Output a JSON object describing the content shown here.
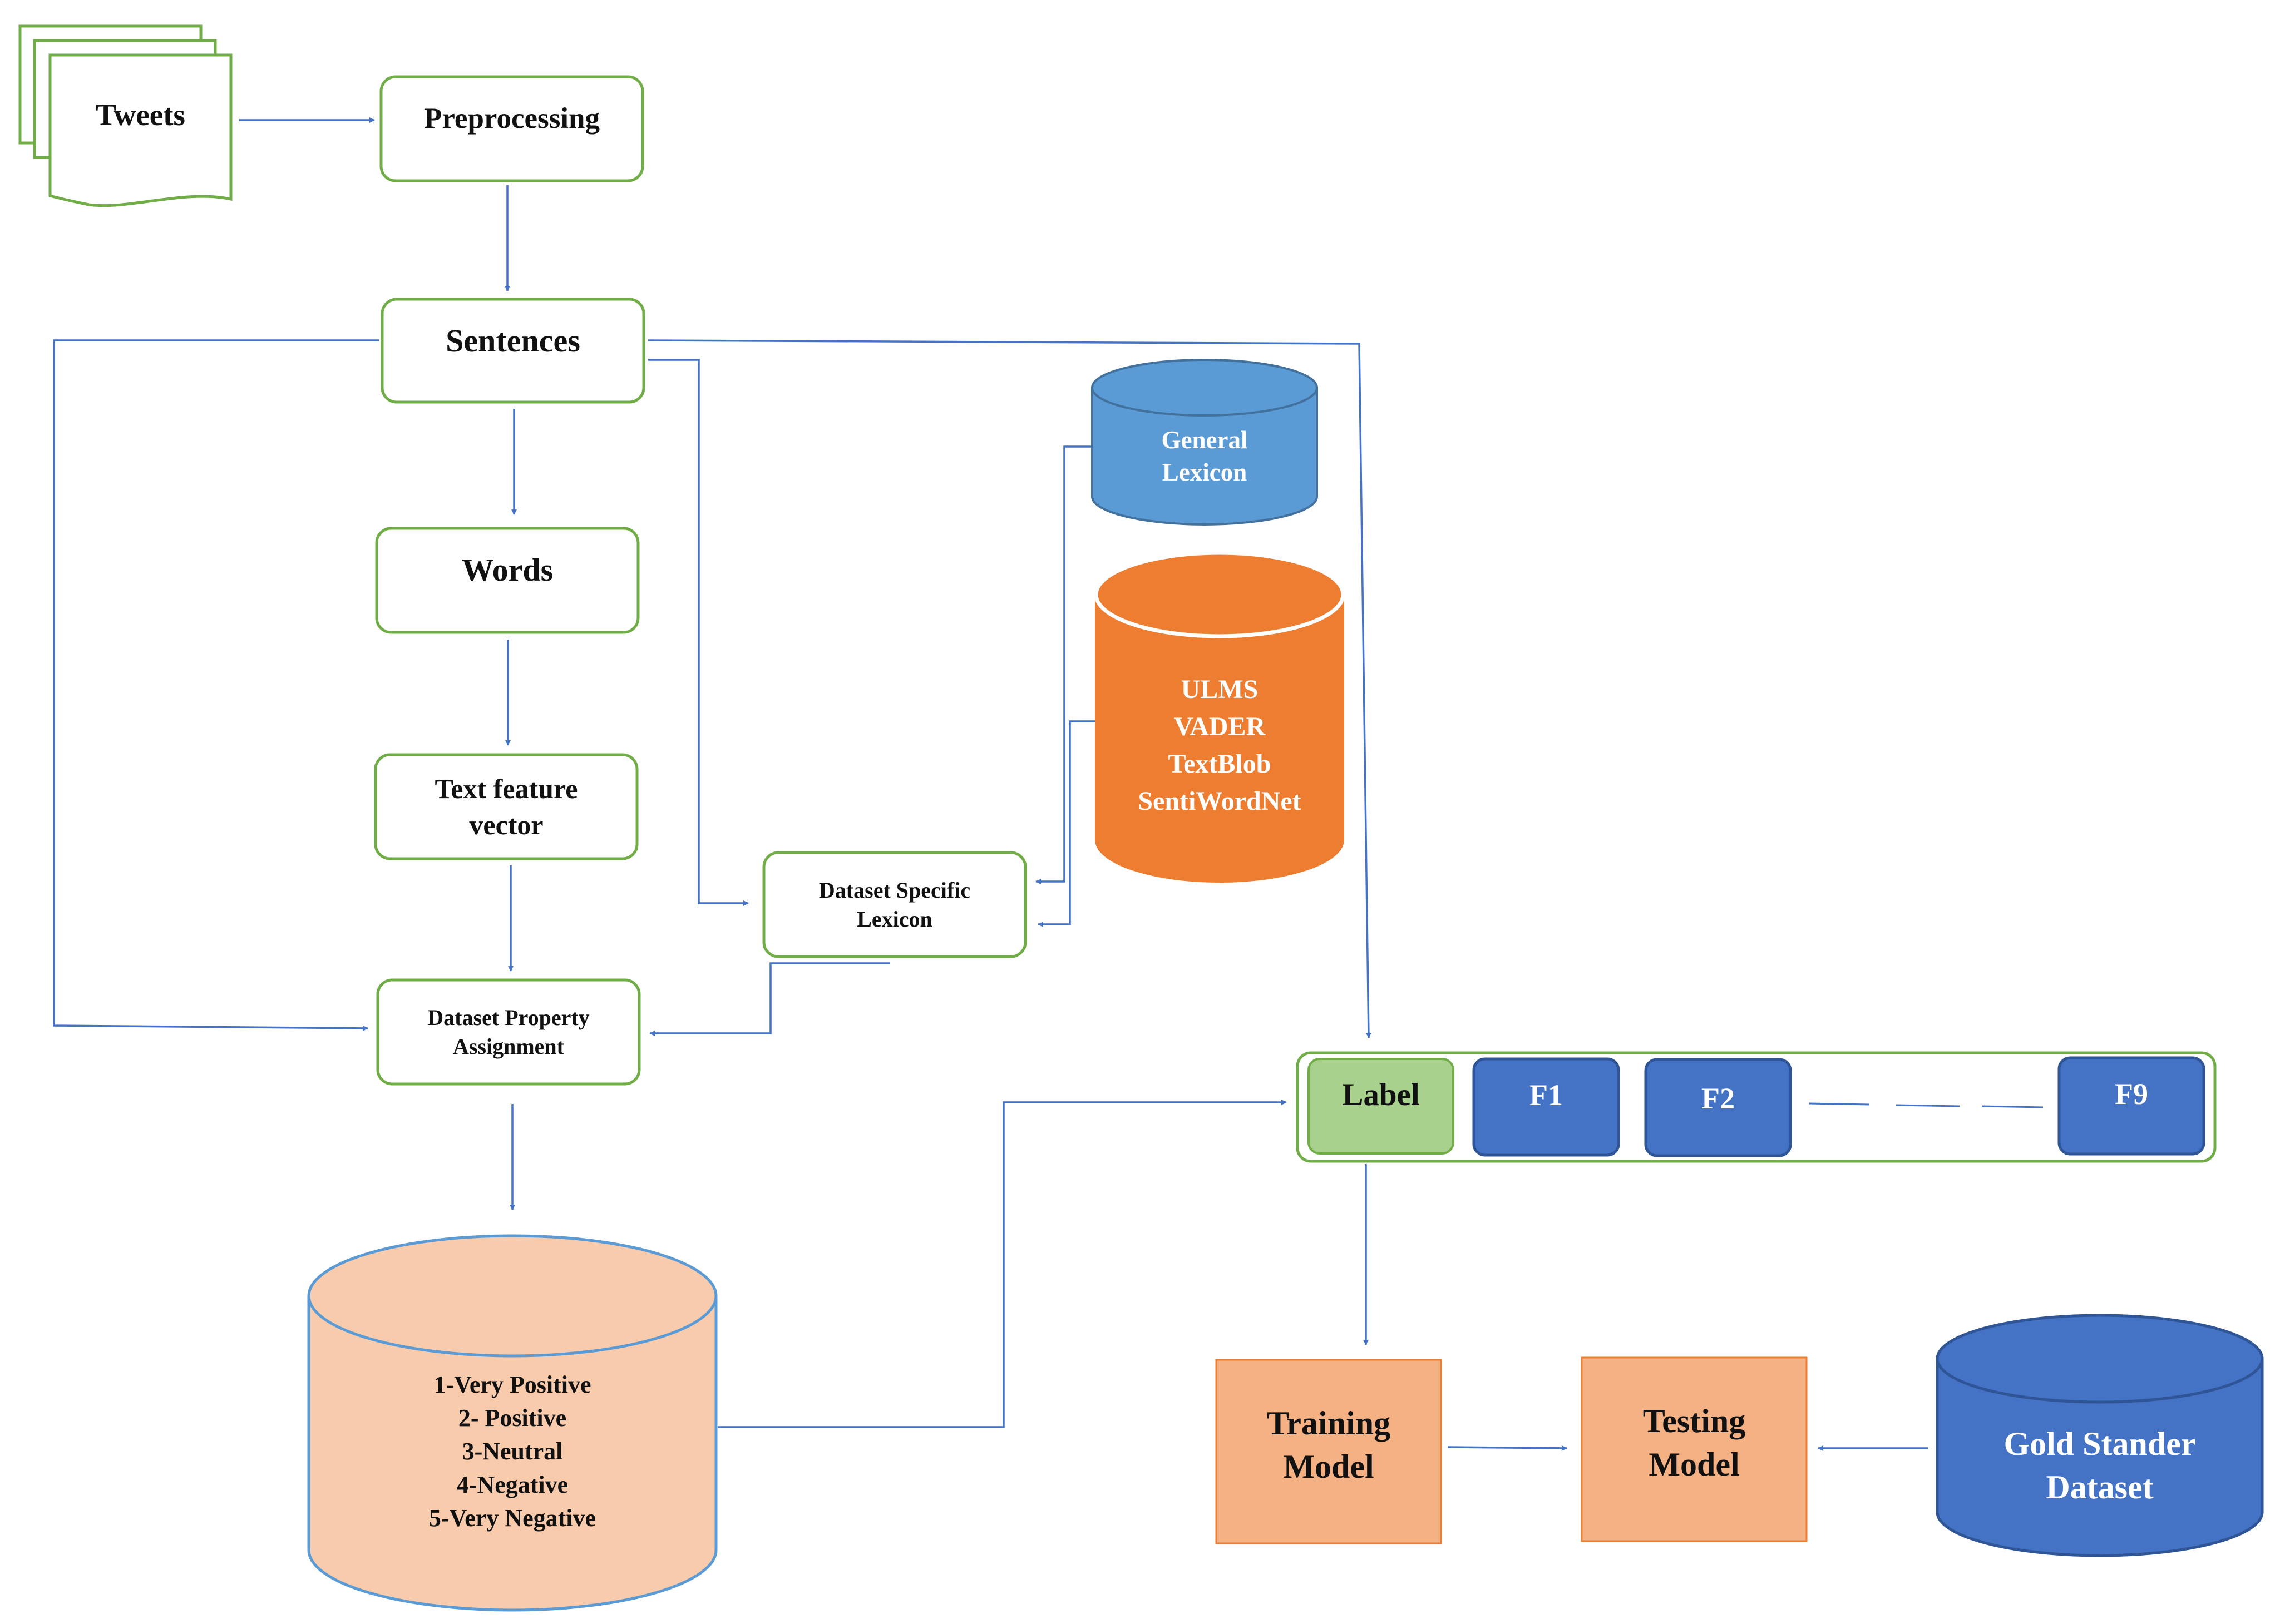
{
  "colors": {
    "box_border": "#70ad47",
    "arrow": "#4472c4",
    "general_lexicon": "#5b9bd5",
    "general_lexicon_edge": "#41719c",
    "tools_lexicon": "#ed7d31",
    "result_db": "#f8cbad",
    "result_db_edge": "#5b9bd5",
    "label_cell": "#a9d18e",
    "feature_cell": "#4472c4",
    "model_box": "#f4b183",
    "model_edge": "#ed7d31",
    "gold_db": "#4472c4",
    "gold_db_edge": "#2f5597"
  },
  "nodes": {
    "tweets": "Tweets",
    "preprocessing": "Preprocessing",
    "sentences": "Sentences",
    "words": "Words",
    "text_feature_vector": [
      "Text feature",
      "vector"
    ],
    "dataset_property_assignment": [
      "Dataset Property",
      "Assignment"
    ],
    "dataset_specific_lexicon": [
      "Dataset Specific",
      "Lexicon"
    ],
    "general_lexicon": [
      "General",
      "Lexicon"
    ],
    "lexicon_tools": [
      "ULMS",
      "VADER",
      "TextBlob",
      "SentiWordNet"
    ],
    "sentiment_classes": [
      "1-Very Positive",
      "2- Positive",
      "3-Neutral",
      "4-Negative",
      "5-Very Negative"
    ],
    "feature_row": {
      "label": "Label",
      "features": [
        "F1",
        "F2",
        "F9"
      ]
    },
    "training_model": [
      "Training",
      "Model"
    ],
    "testing_model": [
      "Testing",
      "Model"
    ],
    "gold_dataset": [
      "Gold Stander",
      "Dataset"
    ]
  }
}
